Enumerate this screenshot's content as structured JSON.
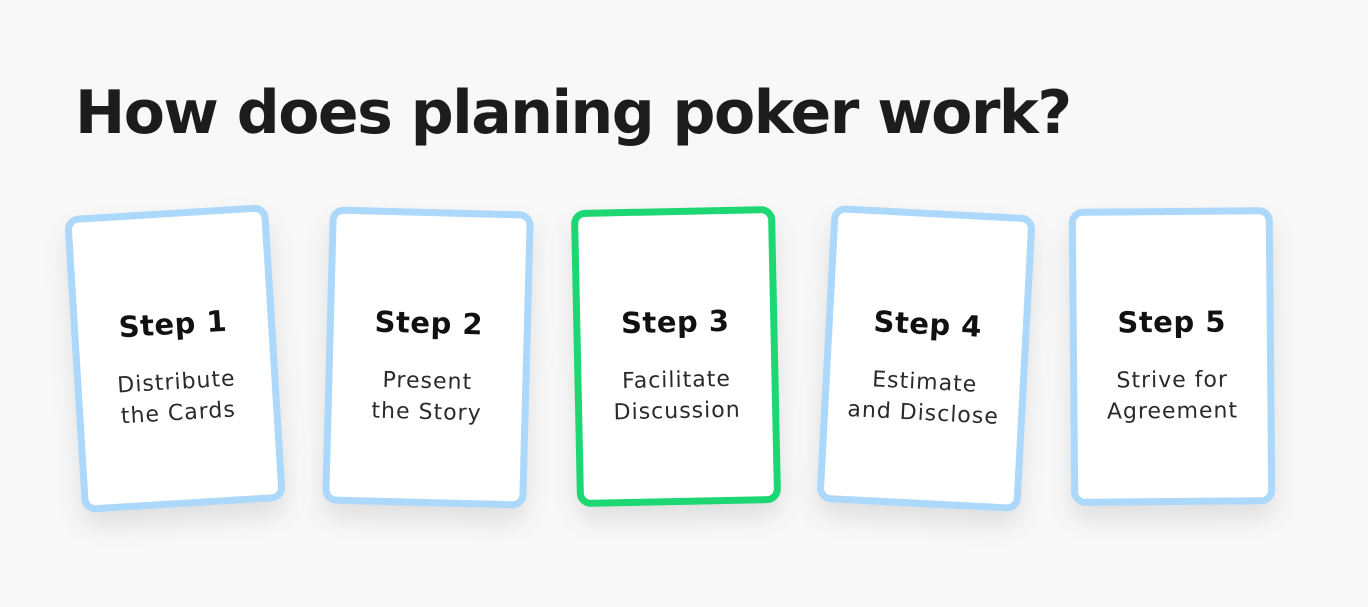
{
  "title": "How does planing poker work?",
  "colors": {
    "background": "#f8f8f8",
    "card_border": "#abd8fb",
    "card_border_active": "#1dd872",
    "text": "#1c1c1c"
  },
  "cards": [
    {
      "step": "Step 1",
      "text": "Distribute\nthe Cards",
      "active": false
    },
    {
      "step": "Step 2",
      "text": "Present\nthe Story",
      "active": false
    },
    {
      "step": "Step 3",
      "text": "Facilitate\nDiscussion",
      "active": true
    },
    {
      "step": "Step 4",
      "text": "Estimate\nand Disclose",
      "active": false
    },
    {
      "step": "Step 5",
      "text": "Strive for\nAgreement",
      "active": false
    }
  ]
}
